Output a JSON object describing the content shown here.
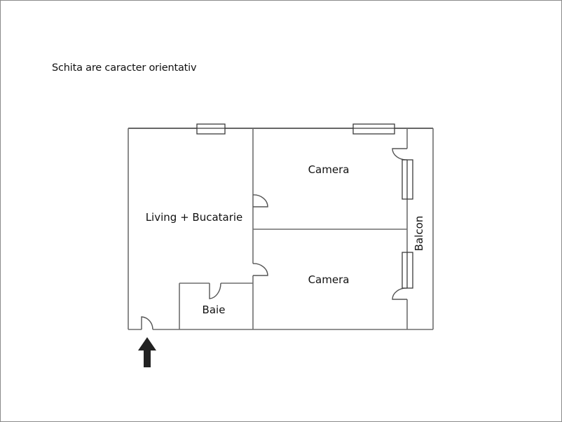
{
  "note": "Schita are caracter orientativ",
  "rooms": {
    "living": "Living + Bucatarie",
    "camera_top": "Camera",
    "camera_bottom": "Camera",
    "baie": "Baie",
    "balcon": "Balcon"
  },
  "entrance": {
    "icon": "up-arrow-icon"
  },
  "colors": {
    "wall": "#6e6e6e",
    "window": "#3a3a3a",
    "arrow": "#222222",
    "frame": "#8a8a8a"
  }
}
